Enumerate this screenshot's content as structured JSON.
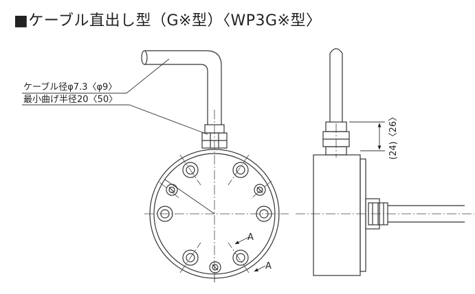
{
  "title": "■ケーブル直出し型（G※型）〈WP3G※型〉",
  "annotations": {
    "cable_diameter": "ケーブル径φ7.3〈φ9〉",
    "min_bend_radius": "最小曲げ半径20〈50〉",
    "dimension_side": "(24)〈26〉",
    "label_a_upper": "A",
    "label_a_lower": "A"
  }
}
